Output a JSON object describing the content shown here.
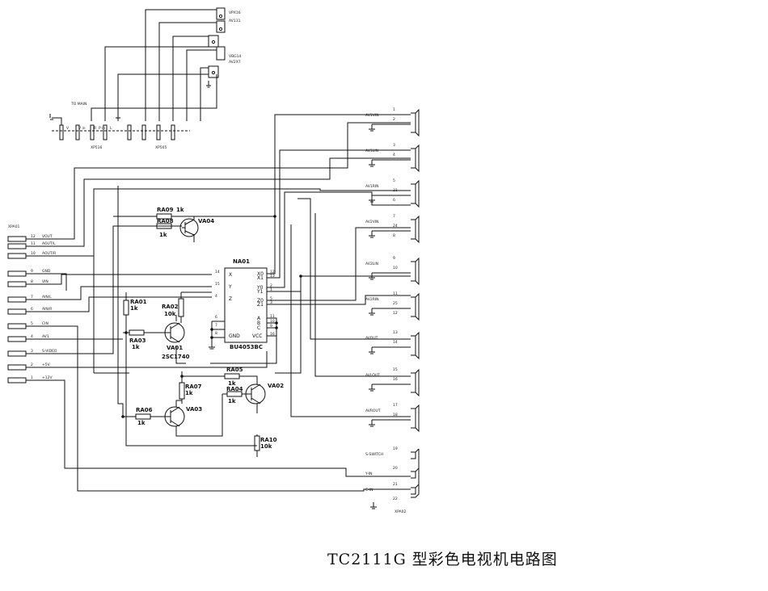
{
  "caption": "TC2111G 型彩色电视机电路图",
  "top_connector": {
    "labels": [
      "VPX16",
      "AV131",
      "VBG14",
      "AV2X7"
    ],
    "to_main": "TO MAIN",
    "pins": [
      "V",
      "V in",
      "R",
      "P in",
      "L"
    ],
    "part_labels": [
      "XP516",
      "XP505"
    ]
  },
  "left_connector": {
    "ref": "XPA01",
    "pins": [
      {
        "num": "12",
        "name": "VOUT"
      },
      {
        "num": "11",
        "name": "AOUT/L"
      },
      {
        "num": "10",
        "name": "AOUT/R"
      },
      {
        "num": "9",
        "name": "GND"
      },
      {
        "num": "8",
        "name": "VIN"
      },
      {
        "num": "7",
        "name": "AIN/L"
      },
      {
        "num": "6",
        "name": "AIN/R"
      },
      {
        "num": "5",
        "name": "CIN"
      },
      {
        "num": "4",
        "name": "AV1"
      },
      {
        "num": "3",
        "name": "S-VIDEO"
      },
      {
        "num": "2",
        "name": "+5V"
      },
      {
        "num": "1",
        "name": "+12V"
      }
    ]
  },
  "right_jacks": {
    "ref": "XPA02",
    "groups": [
      {
        "name": "AV1VIN",
        "pins": [
          "1",
          "2"
        ]
      },
      {
        "name": "AV1LIN",
        "pins": [
          "3",
          "4"
        ]
      },
      {
        "name": "AV1RIN",
        "pins": [
          "5",
          "21",
          "6"
        ]
      },
      {
        "name": "AV2VIN",
        "pins": [
          "7",
          "24",
          "8"
        ]
      },
      {
        "name": "AV2LIN",
        "pins": [
          "9",
          "10"
        ]
      },
      {
        "name": "AV2RIN",
        "pins": [
          "11",
          "25",
          "12"
        ]
      },
      {
        "name": "AVOUT",
        "pins": [
          "13",
          "14"
        ]
      },
      {
        "name": "AVLOUT",
        "pins": [
          "15",
          "16"
        ]
      },
      {
        "name": "AVROUT",
        "pins": [
          "17",
          "18"
        ]
      },
      {
        "name": "S-SWITCH",
        "pins": [
          "19"
        ]
      },
      {
        "name": "Y-IN",
        "pins": [
          "20"
        ]
      },
      {
        "name": "C-IN",
        "pins": [
          "21"
        ]
      },
      {
        "name": "",
        "pins": [
          "22"
        ]
      }
    ]
  },
  "ic": {
    "ref": "NA01",
    "part": "BU4053BC",
    "left_pins": [
      {
        "num": "14",
        "name": "X"
      },
      {
        "num": "15",
        "name": "Y"
      },
      {
        "num": "4",
        "name": "Z"
      },
      {
        "num": "6",
        "name": ""
      },
      {
        "num": "7",
        "name": ""
      },
      {
        "num": "8",
        "name": "GND"
      }
    ],
    "right_pins": [
      {
        "num": "12",
        "name": "X0"
      },
      {
        "num": "13",
        "name": "X1"
      },
      {
        "num": "2",
        "name": "Y0"
      },
      {
        "num": "1",
        "name": "Y1"
      },
      {
        "num": "5",
        "name": "Z0"
      },
      {
        "num": "3",
        "name": "Z1"
      },
      {
        "num": "11",
        "name": "A"
      },
      {
        "num": "10",
        "name": "B"
      },
      {
        "num": "9",
        "name": "C"
      },
      {
        "num": "16",
        "name": "VCC"
      }
    ]
  },
  "components": {
    "RA09": {
      "ref": "RA09",
      "value": "1k"
    },
    "RA08": {
      "ref": "RA08",
      "value": "1k"
    },
    "VA04": {
      "ref": "VA04"
    },
    "RA01": {
      "ref": "RA01",
      "value": "1k"
    },
    "RA02": {
      "ref": "RA02",
      "value": "10k"
    },
    "RA03": {
      "ref": "RA03",
      "value": "1k"
    },
    "VA01": {
      "ref": "VA01",
      "part": "2SC1740"
    },
    "RA05": {
      "ref": "RA05",
      "value": "1k"
    },
    "RA04": {
      "ref": "RA04",
      "value": "1k"
    },
    "VA02": {
      "ref": "VA02"
    },
    "RA07": {
      "ref": "RA07",
      "value": "1k"
    },
    "RA06": {
      "ref": "RA06",
      "value": "1k"
    },
    "VA03": {
      "ref": "VA03"
    },
    "RA10": {
      "ref": "RA10",
      "value": "10k"
    }
  },
  "colors": {
    "ink": "#111111",
    "background": "#ffffff"
  }
}
